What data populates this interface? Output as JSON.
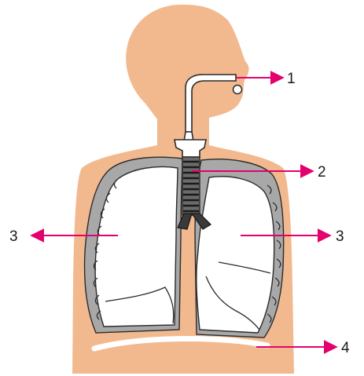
{
  "colors": {
    "skin": "#F2B98F",
    "outline": "#2b2b2b",
    "pleura": "#8e8e8e",
    "arrow": "#E4006E",
    "diaphragm": "#ffffff"
  },
  "labels": {
    "label_1": "1",
    "label_2": "2",
    "label_3_left": "3",
    "label_3_right": "3",
    "label_4": "4"
  }
}
